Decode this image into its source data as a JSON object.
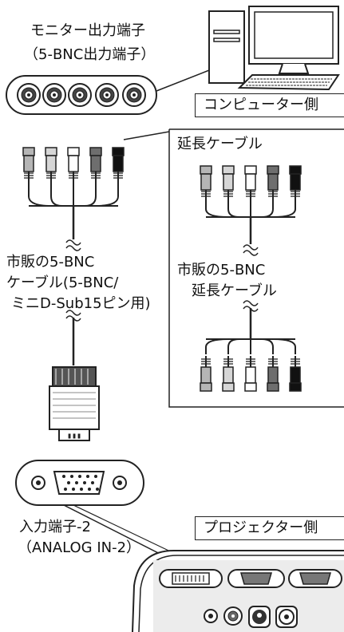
{
  "labels": {
    "monitor_out_1": "モニター出力端子",
    "monitor_out_2": "（5-BNC出力端子）",
    "computer_side": "コンピューター側",
    "extension_cable": "延長ケーブル",
    "bnc_cable_1": "市販の5-BNC",
    "bnc_cable_2": "ケーブル(5-BNC/",
    "bnc_cable_3": "ミニD-Sub15ピン用)",
    "ext_cable_1": "市販の5-BNC",
    "ext_cable_2": "延長ケーブル",
    "input_2_1": "入力端子-2",
    "input_2_2": "（ANALOG IN-2）",
    "projector_side": "プロジェクター側"
  },
  "colors": {
    "plug_colors": [
      "#b5b5b5",
      "#d6d6d6",
      "#ffffff",
      "#6e6e6e",
      "#111111"
    ],
    "line": "#222222",
    "panel_fill": "#ececec"
  },
  "icons": {
    "computer": "computer-icon",
    "bnc_jack": "bnc-jack-icon",
    "vga_connector": "vga-connector-icon",
    "projector": "projector-icon"
  }
}
